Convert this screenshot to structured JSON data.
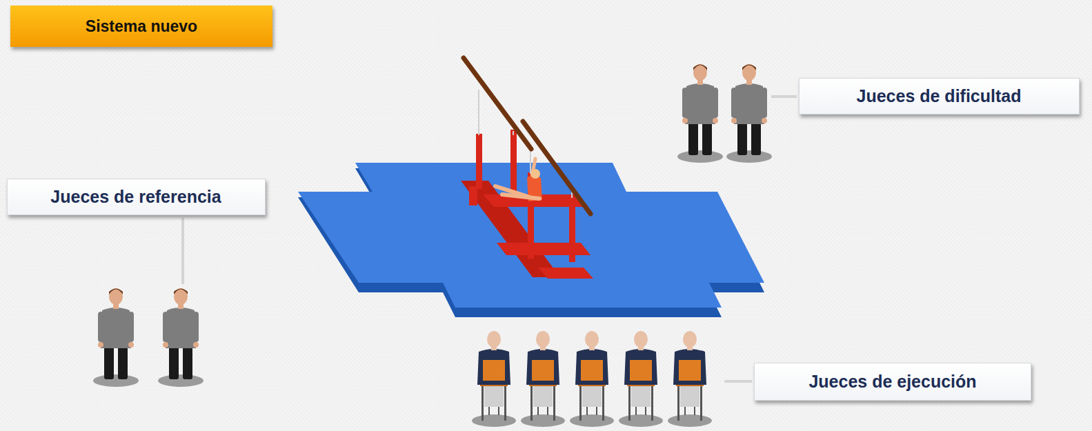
{
  "diagram": {
    "nodes": [
      {
        "text": [
          "Sistema nuevo"
        ]
      },
      {
        "text": [
          "Jueces de dificultad"
        ]
      },
      {
        "text": [
          "Jueces de referencia"
        ]
      },
      {
        "text": [
          "Jueces de ejecución"
        ]
      }
    ]
  }
}
